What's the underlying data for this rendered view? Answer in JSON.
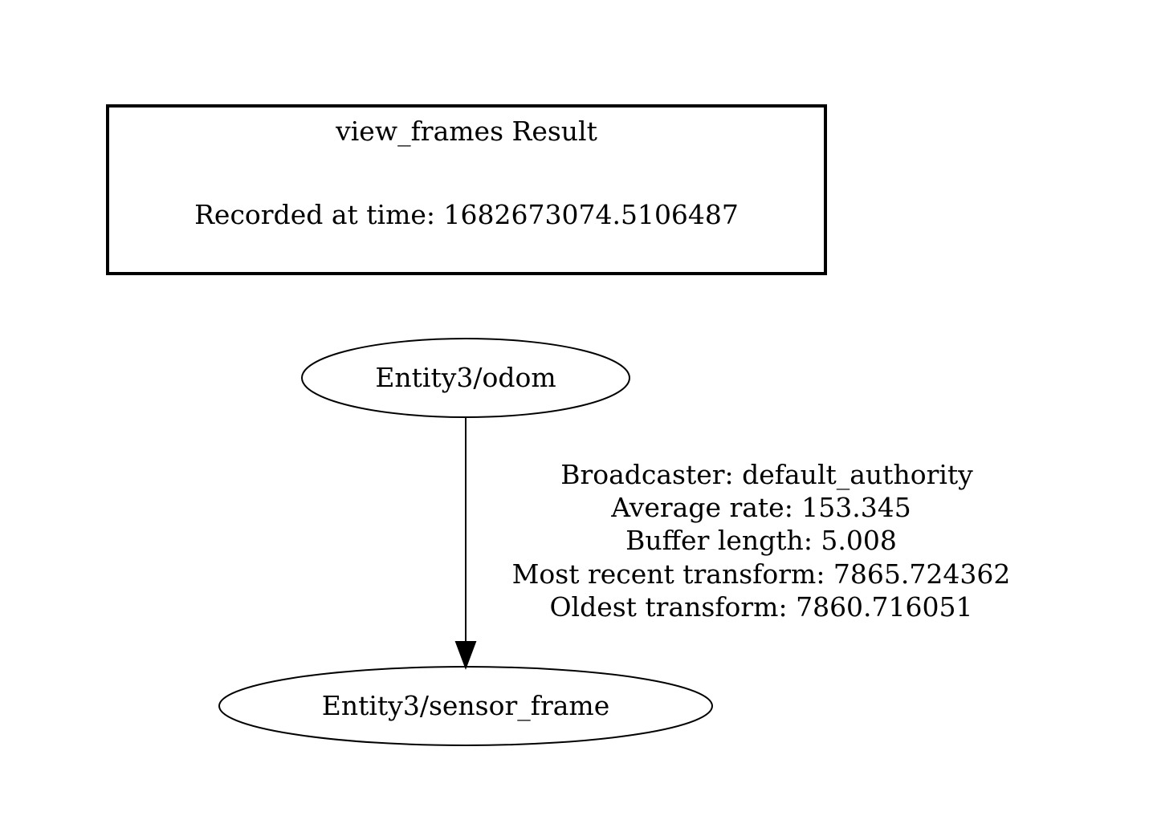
{
  "header_box": {
    "title": "view_frames Result",
    "recorded": "Recorded at time: 1682673074.5106487"
  },
  "nodes": {
    "parent": {
      "label": "Entity3/odom"
    },
    "child": {
      "label": "Entity3/sensor_frame"
    }
  },
  "edge": {
    "lines": [
      "Broadcaster: default_authority",
      "Average rate: 153.345",
      "Buffer length: 5.008",
      "Most recent transform: 7865.724362",
      "Oldest transform: 7860.716051"
    ]
  },
  "colors": {
    "stroke": "#000000",
    "background": "#ffffff"
  }
}
